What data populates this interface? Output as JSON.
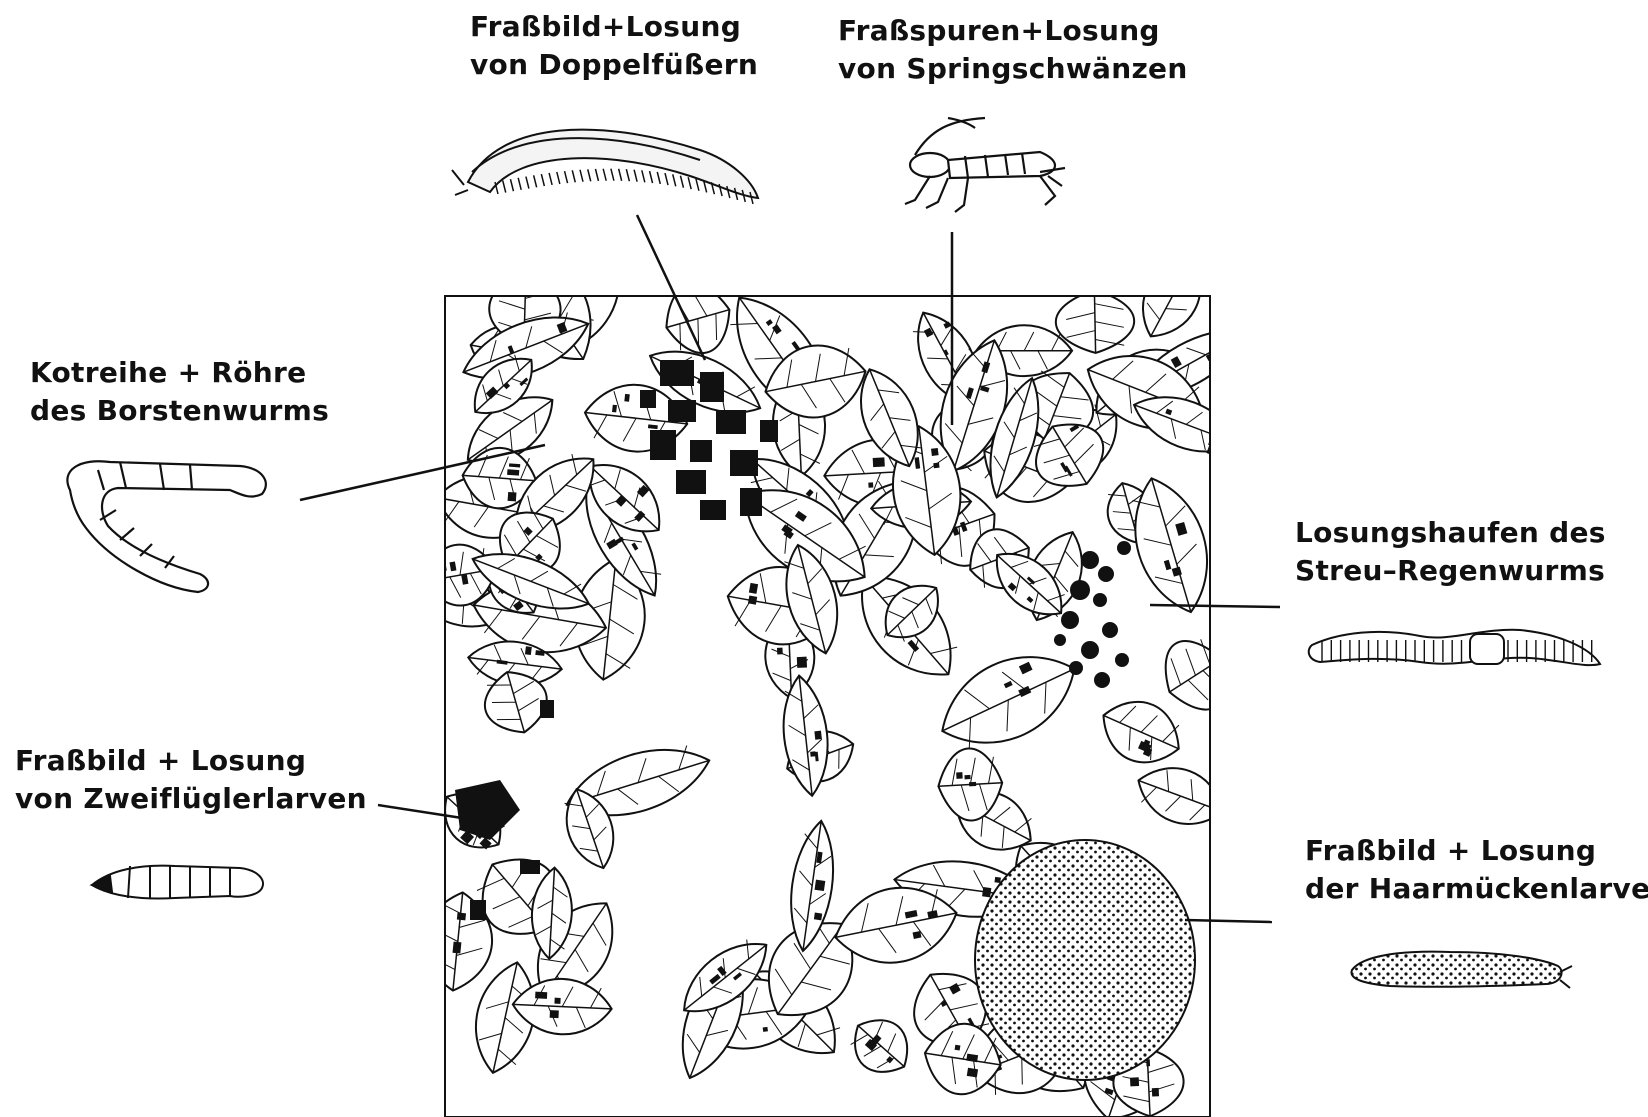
{
  "labels": {
    "diplopoda": {
      "line1": "Fraßbild+Losung",
      "line2": "von  Doppelfüßern"
    },
    "collembola": {
      "line1": "Fraßspuren+Losung",
      "line2": "von Springschwänzen"
    },
    "enchytraeid": {
      "line1": "Kotreihe + Röhre",
      "line2": "des Borstenwurms"
    },
    "earthworm": {
      "line1": "Losungshaufen des",
      "line2": "Streu–Regenwurms"
    },
    "diptera": {
      "line1": "Fraßbild + Losung",
      "line2": "von Zweiflüglerlarven"
    },
    "bibionid": {
      "line1": "Fraßbild + Losung",
      "line2": "der Haarmückenlarve"
    }
  },
  "icons": [
    "millipede-icon",
    "springtail-icon",
    "potworm-icon",
    "earthworm-icon",
    "fly-larva-icon",
    "bibionid-larva-icon"
  ],
  "colors": {
    "ink": "#111111",
    "paper": "#ffffff"
  }
}
